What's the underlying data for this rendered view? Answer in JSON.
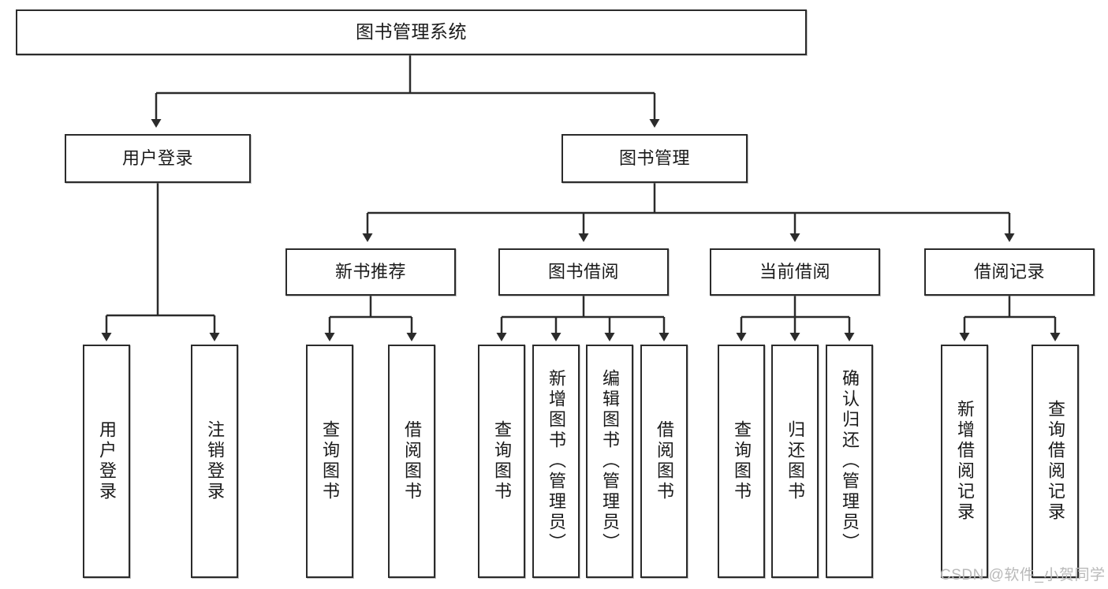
{
  "diagram": {
    "title": "图书管理系统",
    "watermark": "CSDN @软件_小贺同学",
    "colors": {
      "stroke": "#2b2b2b",
      "fill": "#ffffff",
      "text": "#1a1a1a",
      "watermark": "#b9b9b9"
    },
    "root": {
      "id": "root",
      "label": "图书管理系统",
      "orientation": "horizontal"
    },
    "level2": [
      {
        "id": "user-login",
        "label": "用户登录",
        "orientation": "horizontal"
      },
      {
        "id": "book-manage",
        "label": "图书管理",
        "orientation": "horizontal"
      }
    ],
    "level3": [
      {
        "id": "new-book-recommend",
        "label": "新书推荐",
        "orientation": "horizontal",
        "parent": "book-manage"
      },
      {
        "id": "book-borrow",
        "label": "图书借阅",
        "orientation": "horizontal",
        "parent": "book-manage"
      },
      {
        "id": "current-borrow",
        "label": "当前借阅",
        "orientation": "horizontal",
        "parent": "book-manage"
      },
      {
        "id": "borrow-record",
        "label": "借阅记录",
        "orientation": "horizontal",
        "parent": "book-manage"
      }
    ],
    "leaves": [
      {
        "id": "leaf-user-login",
        "label": "用户登录",
        "orientation": "vertical",
        "parent": "user-login"
      },
      {
        "id": "leaf-logout",
        "label": "注销登录",
        "orientation": "vertical",
        "parent": "user-login"
      },
      {
        "id": "leaf-query-book-1",
        "label": "查询图书",
        "orientation": "vertical",
        "parent": "new-book-recommend"
      },
      {
        "id": "leaf-borrow-book-1",
        "label": "借阅图书",
        "orientation": "vertical",
        "parent": "new-book-recommend"
      },
      {
        "id": "leaf-query-book-2",
        "label": "查询图书",
        "orientation": "vertical",
        "parent": "book-borrow"
      },
      {
        "id": "leaf-add-book",
        "label": "新增图书（管理员）",
        "orientation": "vertical",
        "parent": "book-borrow"
      },
      {
        "id": "leaf-edit-book",
        "label": "编辑图书（管理员）",
        "orientation": "vertical",
        "parent": "book-borrow"
      },
      {
        "id": "leaf-borrow-book-2",
        "label": "借阅图书",
        "orientation": "vertical",
        "parent": "book-borrow"
      },
      {
        "id": "leaf-query-book-3",
        "label": "查询图书",
        "orientation": "vertical",
        "parent": "current-borrow"
      },
      {
        "id": "leaf-return-book",
        "label": "归还图书",
        "orientation": "vertical",
        "parent": "current-borrow"
      },
      {
        "id": "leaf-confirm-return",
        "label": "确认归还（管理员）",
        "orientation": "vertical",
        "parent": "current-borrow"
      },
      {
        "id": "leaf-add-record",
        "label": "新增借阅记录",
        "orientation": "vertical",
        "parent": "borrow-record"
      },
      {
        "id": "leaf-query-record",
        "label": "查询借阅记录",
        "orientation": "vertical",
        "parent": "borrow-record"
      }
    ]
  }
}
